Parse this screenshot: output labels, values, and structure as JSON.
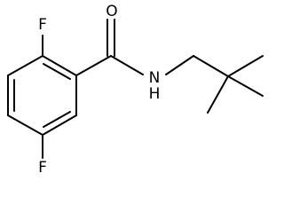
{
  "molecule": {
    "atoms": {
      "fluorine_top": "F",
      "fluorine_bottom": "F",
      "oxygen": "O",
      "amide_nitrogen": "N",
      "amide_hydrogen": "H"
    }
  }
}
